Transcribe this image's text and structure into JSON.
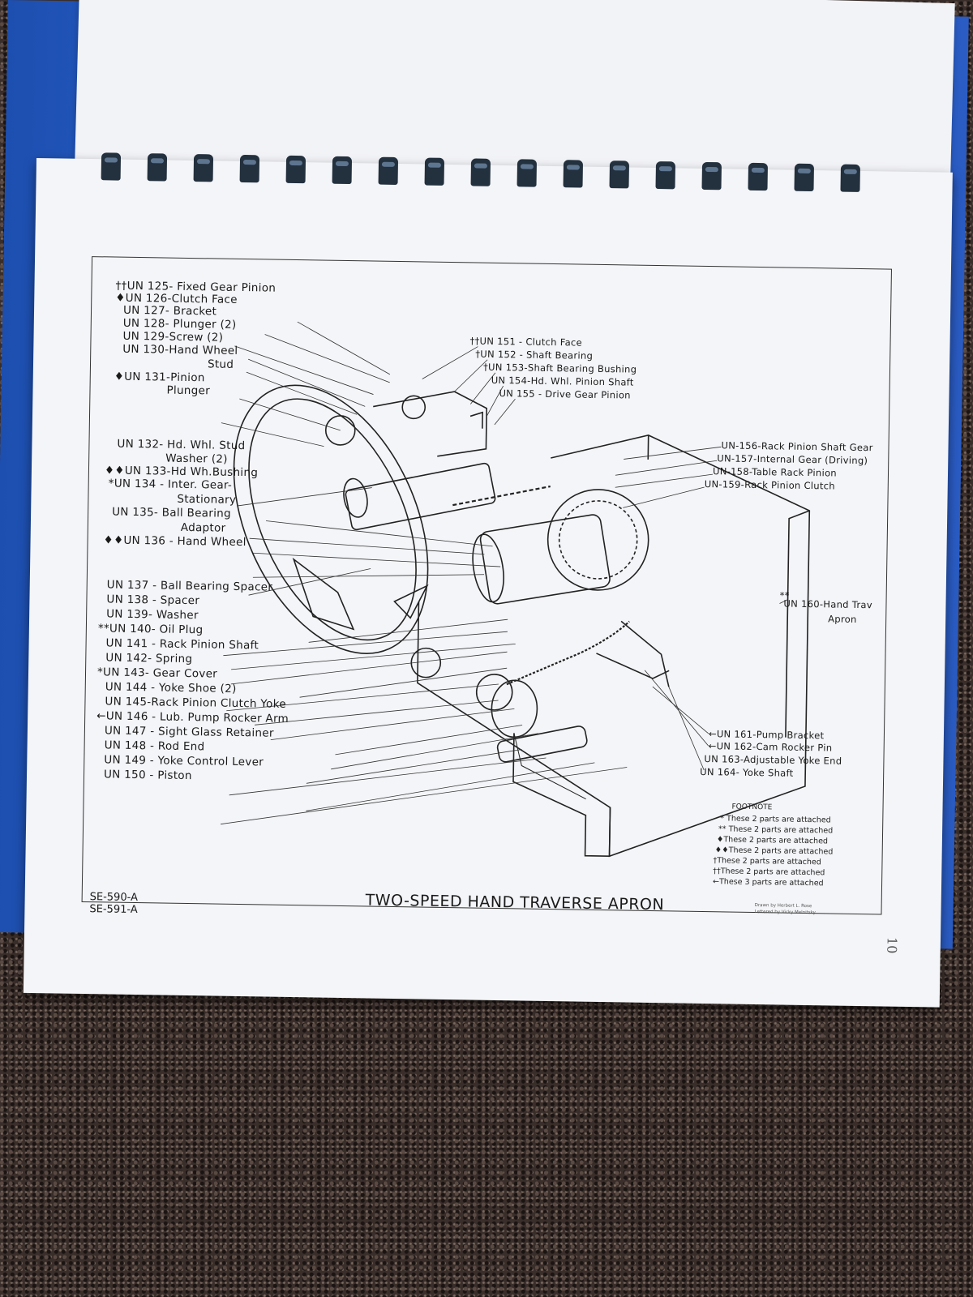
{
  "title": "TWO-SPEED HAND TRAVERSE APRON",
  "drawing_numbers": [
    "SE-590-A",
    "SE-591-A"
  ],
  "page_number": "10",
  "credits": [
    "Drawn by Herbert L. Rose",
    "Lettered by Vicky Melnitsky"
  ],
  "left_labels": [
    "††UN 125- Fixed Gear Pinion",
    "♦UN 126-Clutch Face",
    "UN 127- Bracket",
    "UN 128- Plunger (2)",
    "UN 129-Screw (2)",
    "UN 130-Hand Wheel",
    "Stud",
    "♦UN 131-Pinion",
    "Plunger",
    "UN 132- Hd. Whl. Stud",
    "Washer (2)",
    "♦♦UN 133-Hd Wh.Bushing",
    "*UN 134 - Inter. Gear-",
    "Stationary",
    "UN 135- Ball Bearing",
    "Adaptor",
    "♦♦UN 136 - Hand Wheel",
    "UN 137 - Ball Bearing Spacer",
    "UN 138 - Spacer",
    "UN 139- Washer",
    "**UN 140- Oil Plug",
    "UN 141 - Rack Pinion Shaft",
    "UN 142- Spring",
    "*UN 143- Gear Cover",
    "UN 144 - Yoke Shoe (2)",
    "UN 145-Rack Pinion Clutch Yoke",
    "←UN 146 - Lub. Pump Rocker Arm",
    "UN 147 - Sight Glass Retainer",
    "UN 148 - Rod End",
    "UN 149 - Yoke Control Lever",
    "UN 150 - Piston"
  ],
  "top_labels": [
    "††UN 151 - Clutch Face",
    "†UN 152 - Shaft Bearing",
    "†UN 153-Shaft Bearing Bushing",
    "UN 154-Hd. Whl. Pinion Shaft",
    "UN 155 - Drive Gear Pinion"
  ],
  "right_labels": [
    "UN-156-Rack Pinion Shaft Gear",
    "UN-157-Internal Gear (Driving)",
    "UN-158-Table Rack Pinion",
    "UN-159-Rack Pinion Clutch",
    "**",
    "UN 160-Hand Trav",
    "Apron",
    "←UN 161-Pump Bracket",
    "←UN 162-Cam Rocker Pin",
    "UN 163-Adjustable Yoke End",
    "UN 164- Yoke Shaft"
  ],
  "footnote": {
    "heading": "FOOTNOTE",
    "lines": [
      "* These 2 parts are attached",
      "** These 2 parts are attached",
      "♦These 2 parts are attached",
      "♦♦These 2 parts are attached",
      "†These 2 parts are attached",
      "††These 2 parts are attached",
      "←These 3 parts are attached"
    ]
  },
  "colors": {
    "binder": "#2e66d4",
    "paper": "#f4f5f8",
    "ink": "#1a1a1a",
    "rings": "#23303e",
    "carpet": "#3a2e2a"
  }
}
